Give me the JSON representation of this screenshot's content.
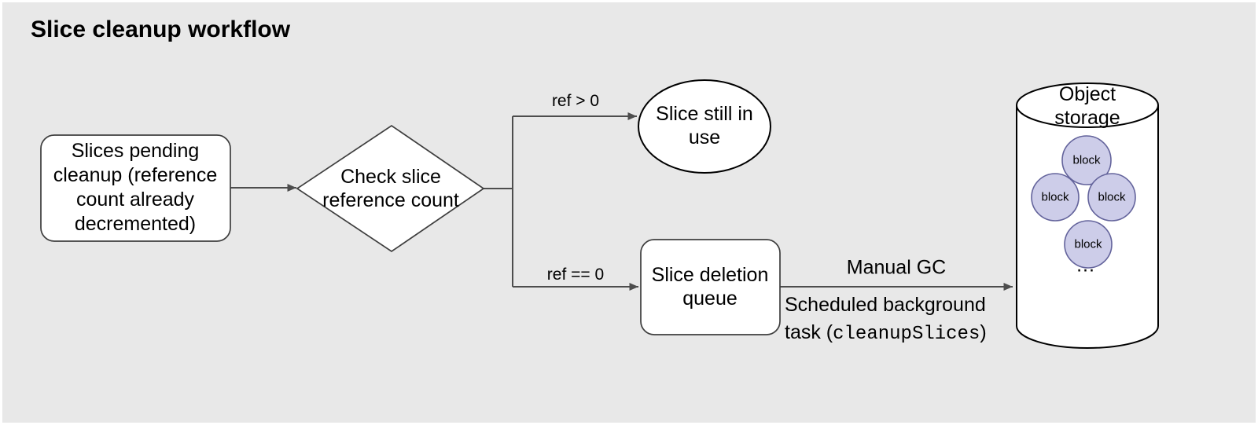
{
  "title": "Slice cleanup workflow",
  "colors": {
    "canvas_background": "#e8e8e8",
    "node_fill": "#ffffff",
    "node_border": "#3e3e3e",
    "terminal_border": "#000000",
    "edge": "#4d4d4d",
    "block_fill": "#cdcde9",
    "block_border": "#63639b",
    "text": "#000000"
  },
  "nodes": {
    "pending": {
      "lines": [
        "Slices pending",
        "cleanup (reference",
        "count already",
        "decremented)"
      ]
    },
    "check": {
      "lines": [
        "Check slice",
        "reference count"
      ]
    },
    "in_use": {
      "lines": [
        "Slice still in",
        "use"
      ]
    },
    "deletion_queue": {
      "lines": [
        "Slice deletion",
        "queue"
      ]
    },
    "object_storage": {
      "lines": [
        "Object",
        "storage"
      ],
      "blocks": [
        "block",
        "block",
        "block",
        "block"
      ],
      "more": "..."
    }
  },
  "edges": {
    "ref_positive": "ref > 0",
    "ref_zero": "ref == 0",
    "manual_gc": "Manual GC",
    "scheduled_line1": "Scheduled background",
    "scheduled_prefix": "task (",
    "scheduled_code": "cleanupSlices",
    "scheduled_suffix": ")"
  }
}
